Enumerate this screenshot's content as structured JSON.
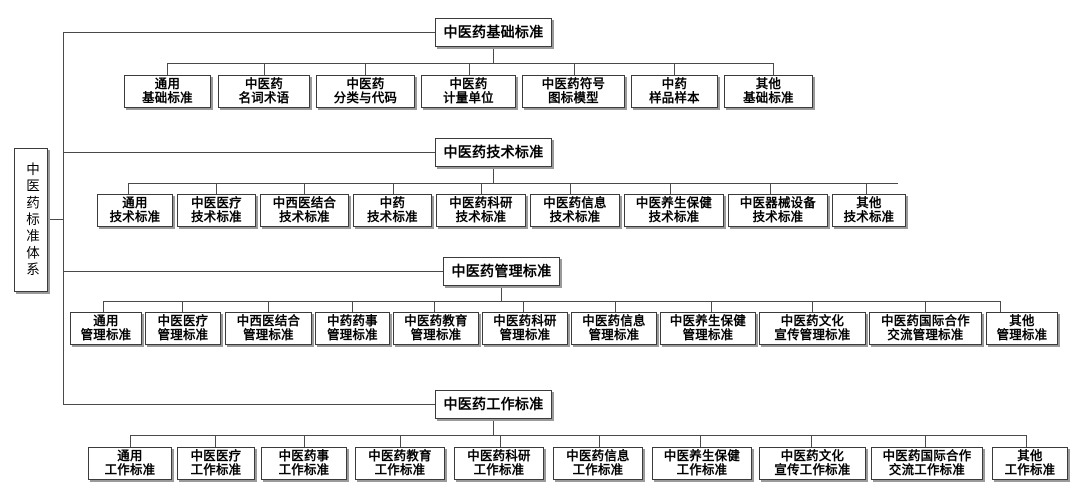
{
  "diagram": {
    "title": "中医药标准体系",
    "root": {
      "label": "中医药标准体系"
    },
    "branches": [
      {
        "id": "basic",
        "label": "中医药基础标准",
        "children": [
          {
            "l1": "通用",
            "l2": "基础标准"
          },
          {
            "l1": "中医药",
            "l2": "名词术语"
          },
          {
            "l1": "中医药",
            "l2": "分类与代码"
          },
          {
            "l1": "中医药",
            "l2": "计量单位"
          },
          {
            "l1": "中医药符号",
            "l2": "图标模型"
          },
          {
            "l1": "中药",
            "l2": "样品样本"
          },
          {
            "l1": "其他",
            "l2": "基础标准"
          }
        ]
      },
      {
        "id": "technical",
        "label": "中医药技术标准",
        "children": [
          {
            "l1": "通用",
            "l2": "技术标准"
          },
          {
            "l1": "中医医疗",
            "l2": "技术标准"
          },
          {
            "l1": "中西医结合",
            "l2": "技术标准"
          },
          {
            "l1": "中药",
            "l2": "技术标准"
          },
          {
            "l1": "中医药科研",
            "l2": "技术标准"
          },
          {
            "l1": "中医药信息",
            "l2": "技术标准"
          },
          {
            "l1": "中医养生保健",
            "l2": "技术标准"
          },
          {
            "l1": "中医器械设备",
            "l2": "技术标准"
          },
          {
            "l1": "其他",
            "l2": "技术标准"
          }
        ]
      },
      {
        "id": "management",
        "label": "中医药管理标准",
        "children": [
          {
            "l1": "通用",
            "l2": "管理标准"
          },
          {
            "l1": "中医医疗",
            "l2": "管理标准"
          },
          {
            "l1": "中西医结合",
            "l2": "管理标准"
          },
          {
            "l1": "中药药事",
            "l2": "管理标准"
          },
          {
            "l1": "中医药教育",
            "l2": "管理标准"
          },
          {
            "l1": "中医药科研",
            "l2": "管理标准"
          },
          {
            "l1": "中医药信息",
            "l2": "管理标准"
          },
          {
            "l1": "中医养生保健",
            "l2": "管理标准"
          },
          {
            "l1": "中医药文化",
            "l2": "宣传管理标准"
          },
          {
            "l1": "中医药国际合作",
            "l2": "交流管理标准"
          },
          {
            "l1": "其他",
            "l2": "管理标准"
          }
        ]
      },
      {
        "id": "work",
        "label": "中医药工作标准",
        "children": [
          {
            "l1": "通用",
            "l2": "工作标准"
          },
          {
            "l1": "中医医疗",
            "l2": "工作标准"
          },
          {
            "l1": "中医药事",
            "l2": "工作标准"
          },
          {
            "l1": "中医药教育",
            "l2": "工作标准"
          },
          {
            "l1": "中医药科研",
            "l2": "工作标准"
          },
          {
            "l1": "中医药信息",
            "l2": "工作标准"
          },
          {
            "l1": "中医养生保健",
            "l2": "工作标准"
          },
          {
            "l1": "中医药文化",
            "l2": "宣传工作标准"
          },
          {
            "l1": "中医药国际合作",
            "l2": "交流工作标准"
          },
          {
            "l1": "其他",
            "l2": "工作标准"
          }
        ]
      }
    ],
    "colors": {
      "border": "#3b3b3b",
      "shadow": "#9a9a9a",
      "connector": "#4a4a4a",
      "background": "#ffffff",
      "text": "#000000"
    }
  }
}
